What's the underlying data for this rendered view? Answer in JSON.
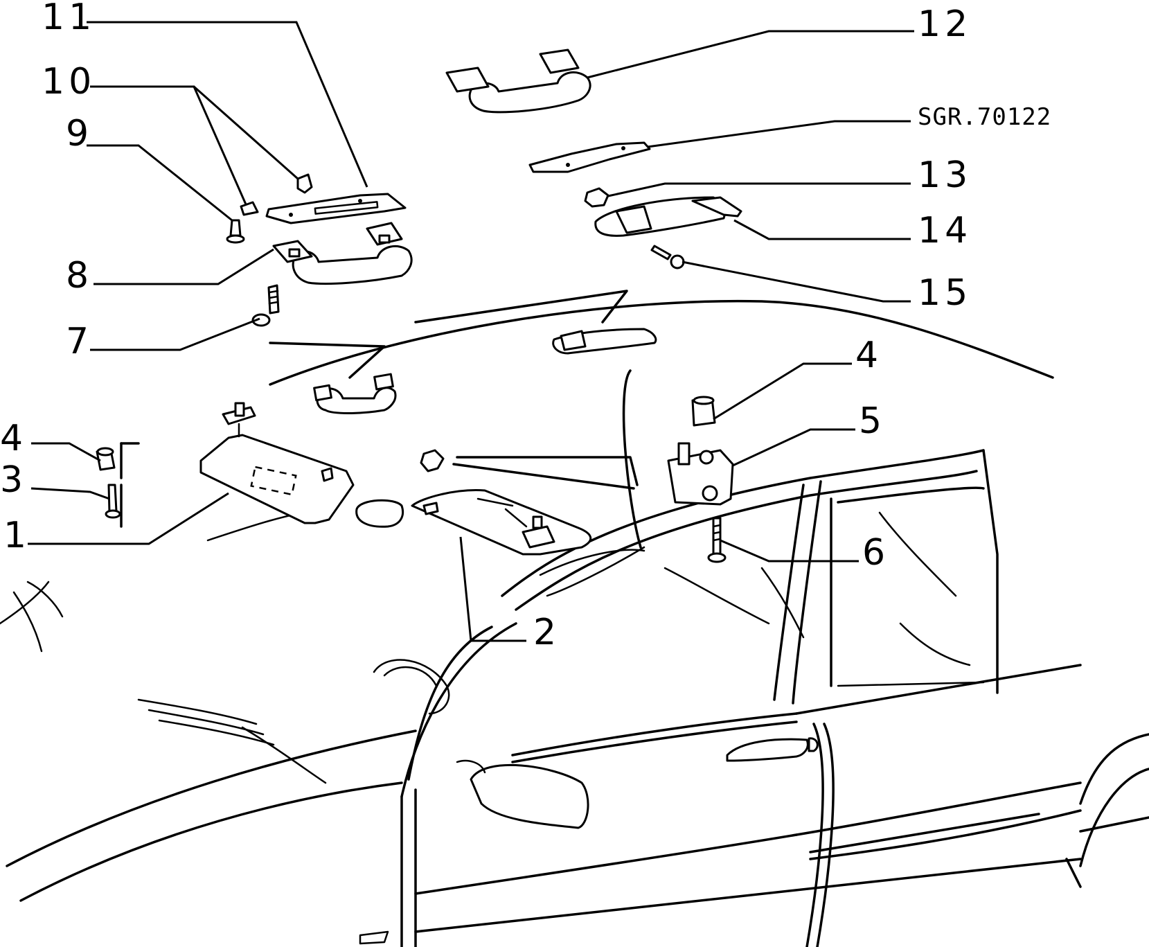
{
  "reference_code": "SGR.70122",
  "callouts": [
    {
      "id": "11",
      "text": "11"
    },
    {
      "id": "10",
      "text": "10"
    },
    {
      "id": "9",
      "text": "9"
    },
    {
      "id": "8",
      "text": "8"
    },
    {
      "id": "7",
      "text": "7"
    },
    {
      "id": "4a",
      "text": "4"
    },
    {
      "id": "3",
      "text": "3"
    },
    {
      "id": "1",
      "text": "1"
    },
    {
      "id": "12",
      "text": "12"
    },
    {
      "id": "13",
      "text": "13"
    },
    {
      "id": "14",
      "text": "14"
    },
    {
      "id": "15",
      "text": "15"
    },
    {
      "id": "4b",
      "text": "4"
    },
    {
      "id": "5",
      "text": "5"
    },
    {
      "id": "6",
      "text": "6"
    },
    {
      "id": "2",
      "text": "2"
    }
  ]
}
